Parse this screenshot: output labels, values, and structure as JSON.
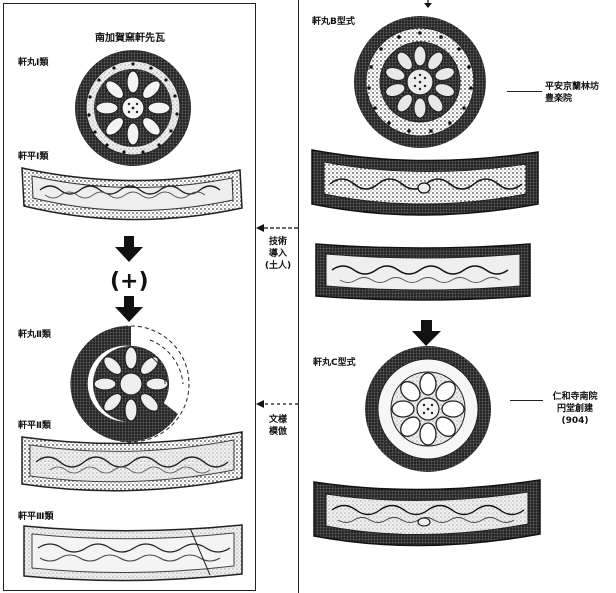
{
  "left_panel": {
    "title": "南加賀窯軒先瓦",
    "labels": {
      "nokimaru_1": "軒丸Ⅰ類",
      "nokihira_1": "軒平Ⅰ類",
      "plus_sign": "(+)",
      "nokimaru_2": "軒丸Ⅱ類",
      "nokihira_2": "軒平Ⅱ類",
      "nokihira_3": "軒平Ⅲ類"
    }
  },
  "middle": {
    "arrow_top_label": [
      "技術",
      "導入",
      "(土人)"
    ],
    "arrow_bottom_label": [
      "文様",
      "模倣"
    ]
  },
  "right_panel": {
    "labels": {
      "nokimaru_b": "軒丸B型式",
      "nokimaru_c": "軒丸C型式"
    },
    "annotation_top": [
      "平安京蘭林坊",
      "豊楽院"
    ],
    "annotation_bottom": [
      "仁和寺南院",
      "円堂創建",
      "(904)"
    ]
  },
  "colors": {
    "ink": "#1a1a1a",
    "tile_dark": "#2a2a2a",
    "tile_mid": "#6d6d6d",
    "tile_light": "#cfcfcf"
  }
}
